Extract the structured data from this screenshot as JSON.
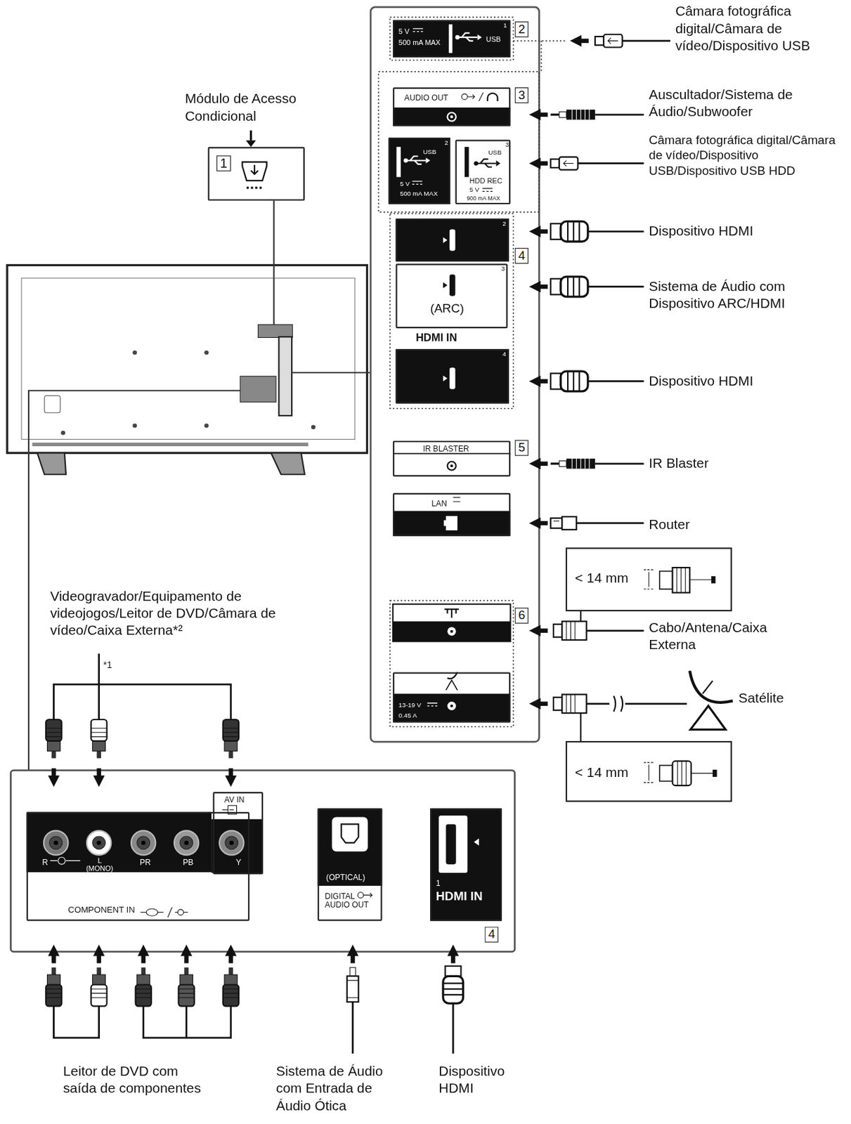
{
  "diagram": {
    "nodes": [
      {
        "text": [
          "5 V",
          "500 mA MAX",
          "USB",
          "1"
        ]
      },
      {
        "text": [
          "AUDIO OUT"
        ]
      },
      {
        "text": [
          "USB",
          "5 V",
          "500 mA MAX",
          "2"
        ]
      },
      {
        "text": [
          "USB",
          "HDD REC",
          "5 V",
          "900 mA MAX",
          "3"
        ]
      },
      {
        "text": [
          "2"
        ]
      },
      {
        "text": [
          "(ARC)",
          "3"
        ]
      },
      {
        "text": [
          "4"
        ]
      },
      {
        "text": [
          "IR BLASTER"
        ]
      },
      {
        "text": [
          "LAN"
        ]
      },
      {
        "text": [
          "13-19 V",
          "0.45 A"
        ]
      },
      {
        "text": [
          "1"
        ]
      },
      {
        "text": [
          "R",
          "L (MONO)",
          "PR",
          "PB",
          "COMPONENT IN"
        ]
      },
      {
        "text": [
          "AV IN",
          "Y"
        ],
        "in": 11
      },
      {
        "text": [
          "(OPTICAL)",
          "DIGITAL AUDIO OUT"
        ]
      },
      {
        "text": [
          "1",
          "HDMI IN"
        ]
      }
    ],
    "labels": [
      "Câmara fotográfica digital/Câmara de vídeo/Dispositivo USB",
      "2",
      "Módulo de Acesso Condicional",
      "Auscultador/Sistema de Áudio/Subwoofer",
      "3",
      "Câmara fotográfica digital/Câmara de vídeo/Dispositivo USB/Dispositivo USB HDD",
      "Dispositivo HDMI",
      "4",
      "Sistema de Áudio com Dispositivo ARC/HDMI",
      "HDMI IN",
      "Dispositivo HDMI",
      "5",
      "IR Blaster",
      "Router",
      "< 14 mm",
      "6",
      "Cabo/Antena/Caixa Externa",
      "Satélite",
      "< 14 mm",
      "Videogravador/Equipamento de videojogos/Leitor de DVD/Câmara de vídeo/Caixa Externa*²",
      "*1",
      "4",
      "Leitor de DVD com saída de componentes",
      "Sistema de Áudio com Entrada de Áudio Ótica",
      "Dispositivo HDMI"
    ]
  }
}
